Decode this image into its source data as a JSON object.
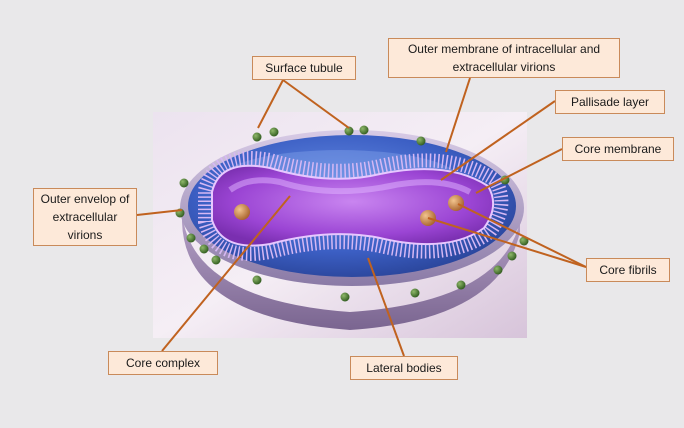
{
  "header_fragment": "",
  "labels": {
    "surface_tubule": "Surface tubule",
    "outer_membrane": "Outer membrane of intracellular and extracellular virions",
    "pallisade_layer": "Pallisade layer",
    "core_membrane": "Core membrane",
    "outer_envelop": "Outer envelop of extracellular virions",
    "core_fibrils": "Core fibrils",
    "core_complex": "Core complex",
    "lateral_bodies": "Lateral bodies"
  },
  "colors": {
    "background": "#e9e8ea",
    "label_fill": "#fde9d9",
    "label_border": "#c98a5a",
    "leader_line": "#c0621f",
    "outer_blue": "#3c5fc4",
    "core_purple": "#9b45d4",
    "fibril": "#c78a4a",
    "tubule_green": "#3f6a2a"
  }
}
